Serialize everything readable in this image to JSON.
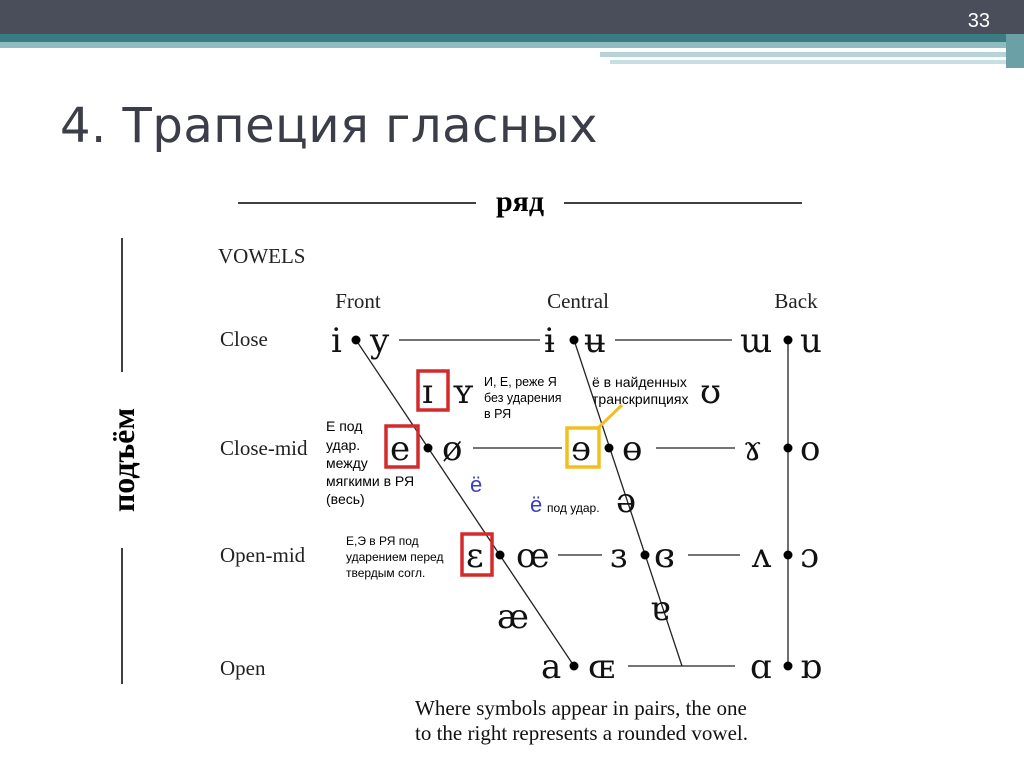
{
  "slide": {
    "number": "33",
    "title": "4. Трапеция гласных"
  },
  "axes": {
    "row_label": "ряд",
    "height_label": "подъём"
  },
  "chart": {
    "heading": "VOWELS",
    "columns": [
      "Front",
      "Central",
      "Back"
    ],
    "rows": [
      "Close",
      "Close-mid",
      "Open-mid",
      "Open"
    ],
    "note_line1": "Where symbols appear in pairs, the one",
    "note_line2": "to the right represents a rounded vowel."
  },
  "symbols": {
    "close_front": [
      "i",
      "y"
    ],
    "close_central": [
      "ɨ",
      "ʉ"
    ],
    "close_back": [
      "ɯ",
      "u"
    ],
    "near_close_front": [
      "ɪ",
      "ʏ"
    ],
    "near_close_back": "ʊ",
    "close_mid_front": [
      "e",
      "ø"
    ],
    "close_mid_central": [
      "ɘ",
      "ɵ"
    ],
    "close_mid_back": [
      "ɤ",
      "o"
    ],
    "mid_central": "ə",
    "open_mid_front": [
      "ɛ",
      "œ"
    ],
    "open_mid_central": [
      "ɜ",
      "ɞ"
    ],
    "open_mid_back": [
      "ʌ",
      "ɔ"
    ],
    "near_open_front": "æ",
    "near_open_central": "ɐ",
    "open_front": [
      "a",
      "ɶ"
    ],
    "open_back": [
      "ɑ",
      "ɒ"
    ]
  },
  "annotations": {
    "i_note": [
      "И, Е, реже Я",
      "без ударения",
      "в РЯ"
    ],
    "yo_found": [
      "ё в найденных",
      "транскрипциях"
    ],
    "e_stressed": [
      "Е под",
      "удар.",
      "между",
      "мягкими в РЯ",
      "(весь)"
    ],
    "yo_letter": "ё",
    "yo_stressed_letter": "ё",
    "yo_stressed_text": "под удар.",
    "eps_note": [
      "Е,Э в РЯ под",
      "ударением перед",
      "твердым согл."
    ]
  },
  "colors": {
    "highlight_red": "#d42a2a",
    "highlight_yellow": "#f0c020",
    "blue_letter": "#3b3fbf",
    "title": "#3b3d48",
    "topbar": "#4a4d5a",
    "teal": "#3b7b82"
  }
}
